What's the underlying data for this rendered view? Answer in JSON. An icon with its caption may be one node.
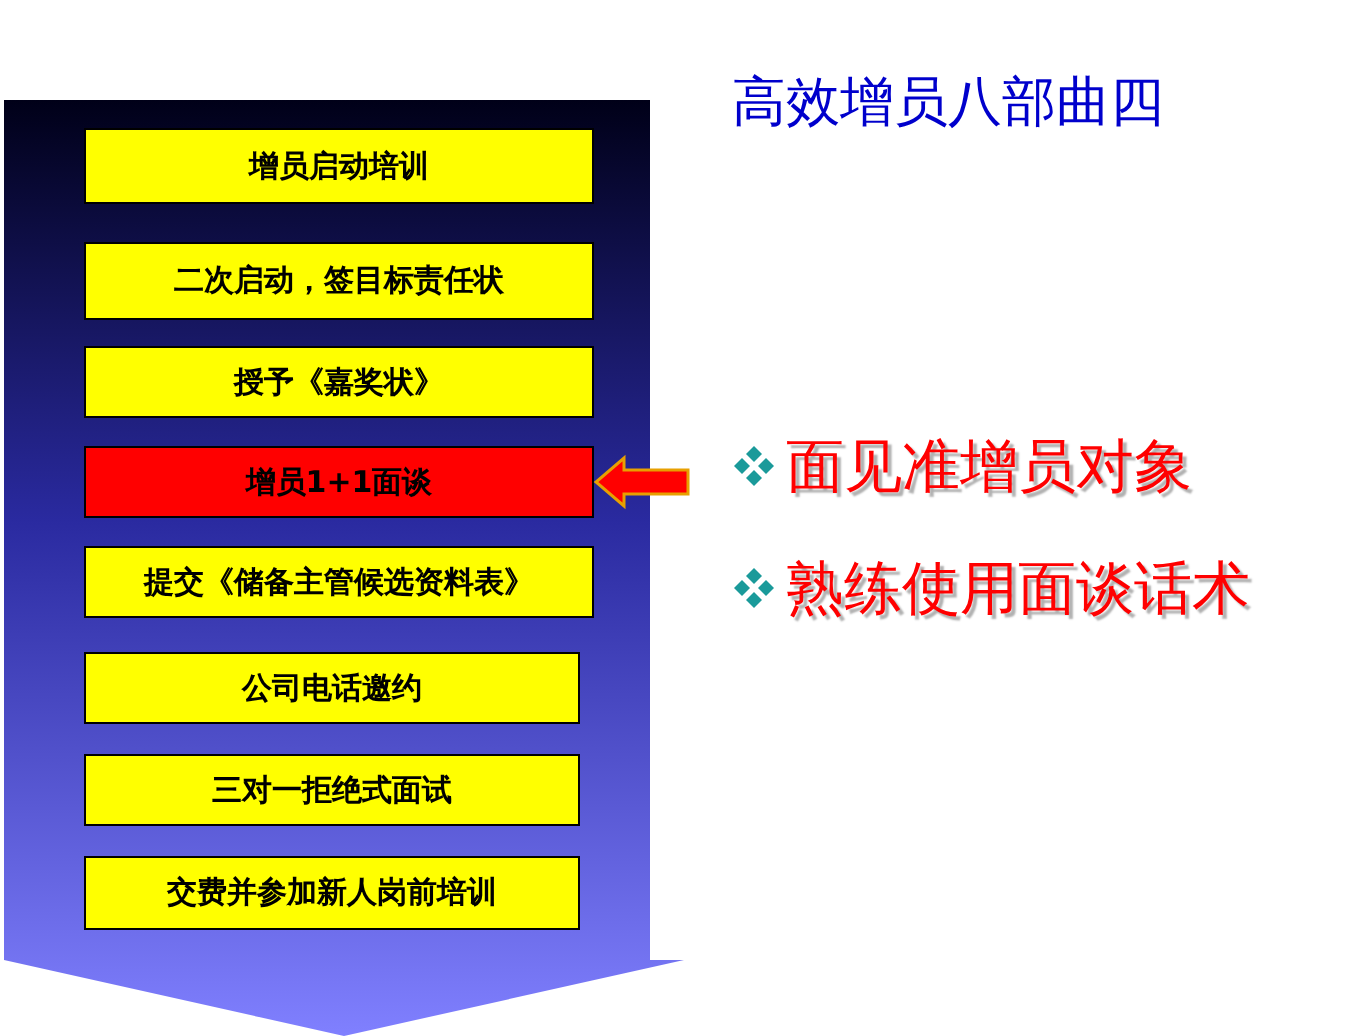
{
  "diagram": {
    "title": "高效增员八部曲四",
    "nodes": [
      {
        "text": [
          "增员启动培训"
        ]
      },
      {
        "text": [
          "二次启动，签目标责任状"
        ]
      },
      {
        "text": [
          "授予《嘉奖状》"
        ]
      },
      {
        "text": [
          "增员1+1面谈"
        ]
      },
      {
        "text": [
          "提交《储备主管候选资料表》"
        ]
      },
      {
        "text": [
          "公司电话邀约"
        ]
      },
      {
        "text": [
          "三对一拒绝式面试"
        ]
      },
      {
        "text": [
          "交费并参加新人岗前培训"
        ]
      }
    ],
    "edges": [
      {
        "from": null,
        "to": 3,
        "arrow": "to",
        "color": "#ff0000"
      }
    ],
    "labels": [
      "面见准增员对象",
      "熟练使用面谈话术"
    ]
  }
}
